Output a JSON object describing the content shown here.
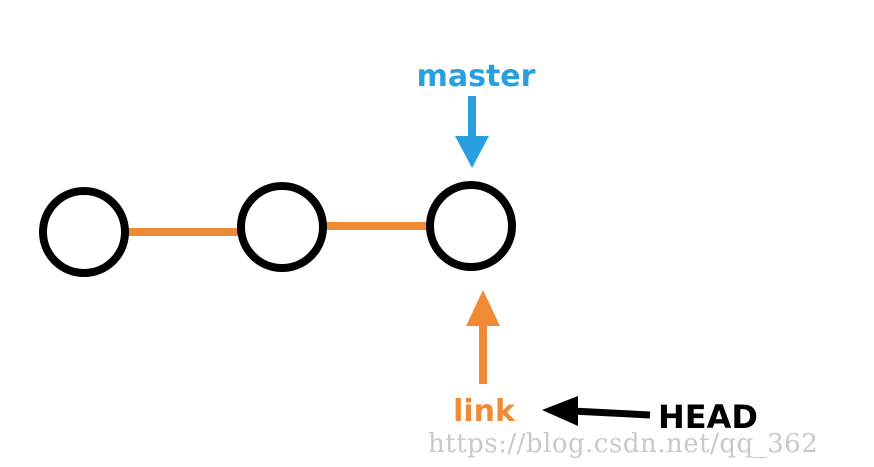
{
  "diagram": {
    "commits": [
      {
        "id": "commit-1"
      },
      {
        "id": "commit-2"
      },
      {
        "id": "commit-3"
      }
    ],
    "branches": {
      "master": "master",
      "link": "link"
    },
    "head": "HEAD",
    "colors": {
      "master": "#2a9fe0",
      "link": "#f08a35",
      "head": "#000000",
      "edge": "#f08a35",
      "node_stroke": "#000000"
    },
    "watermark": "https://blog.csdn.net/qq_362"
  }
}
